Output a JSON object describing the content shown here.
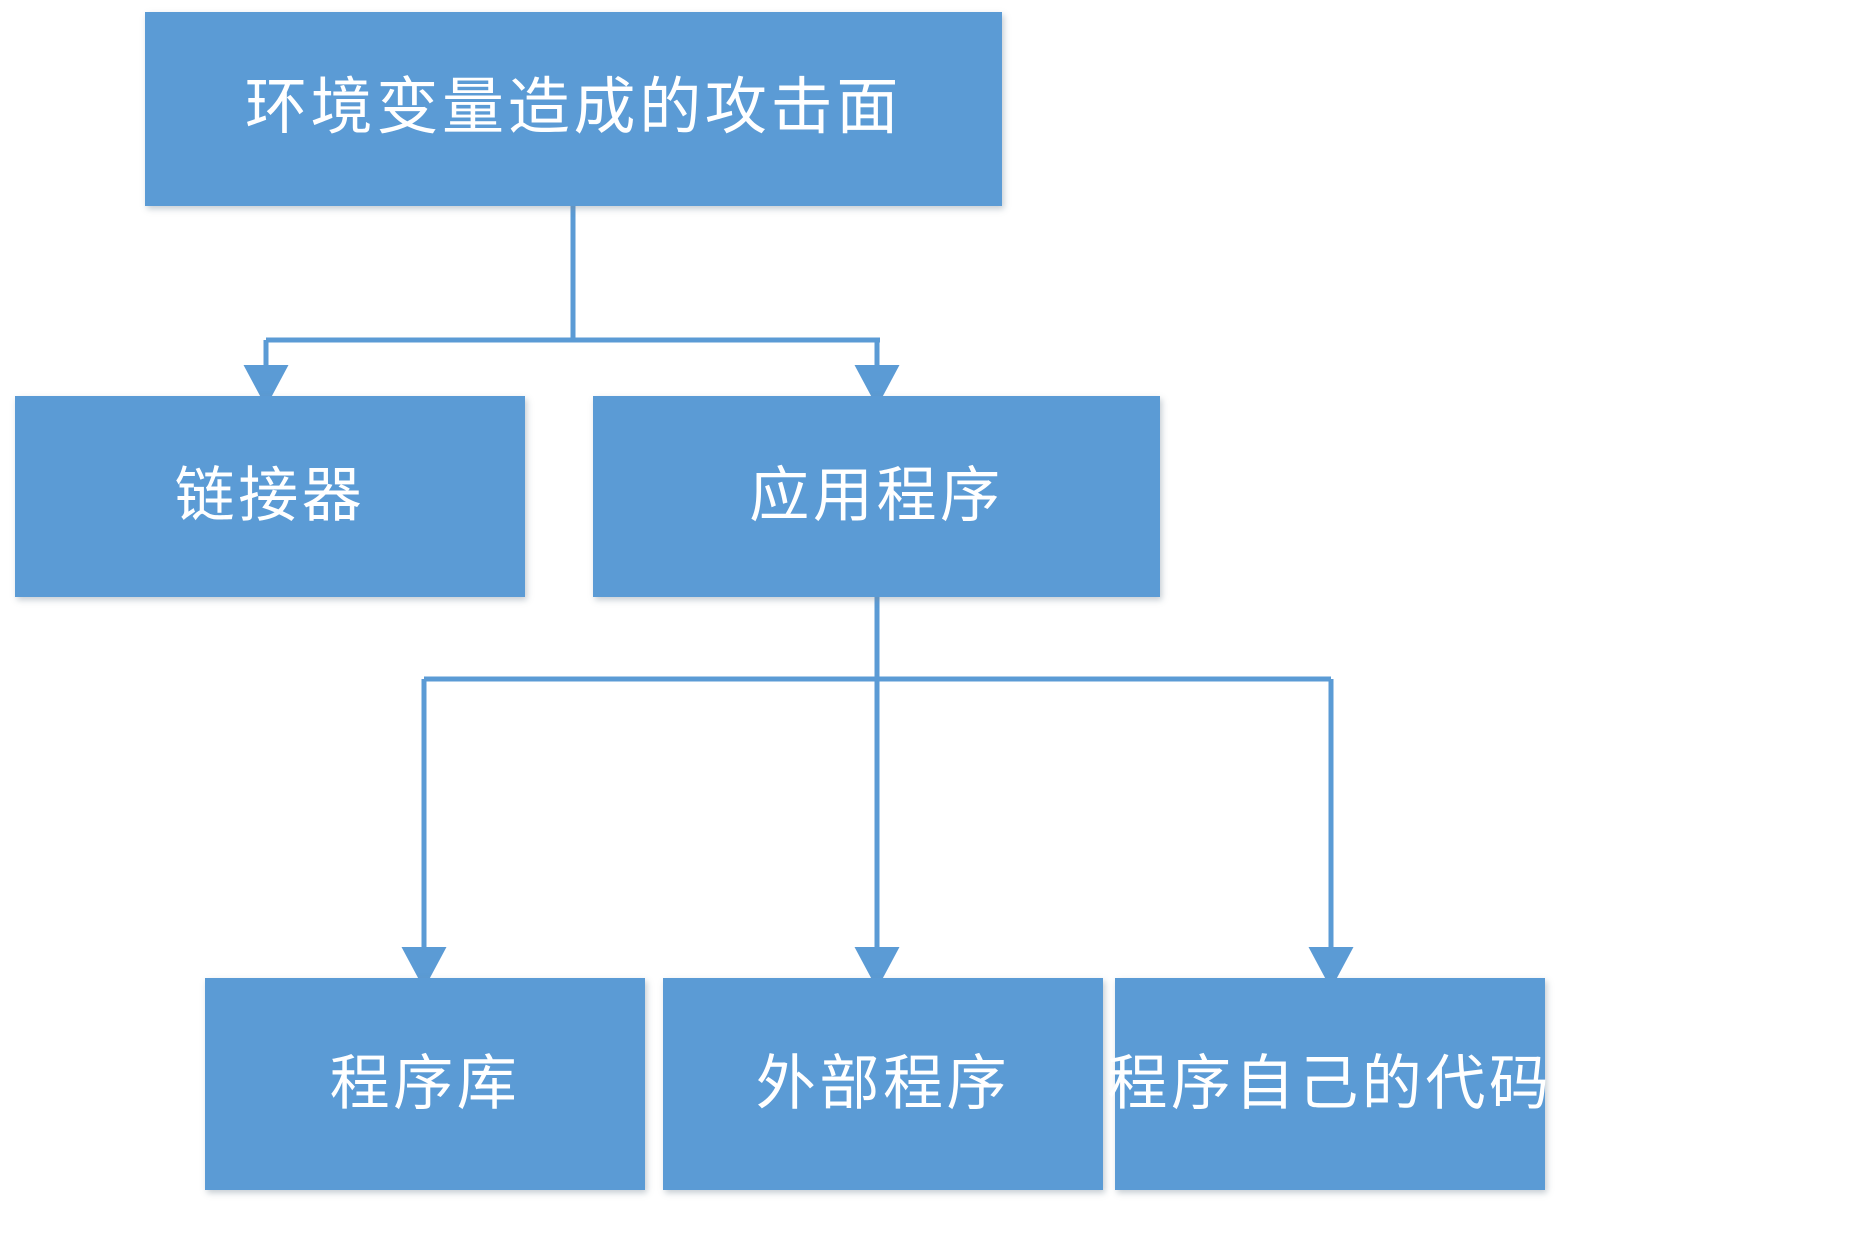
{
  "diagram": {
    "title": "环境变量造成的攻击面",
    "type": "tree-flowchart",
    "colors": {
      "node_fill": "#5B9BD5",
      "node_text": "#FFFFFF",
      "connector": "#5B9BD5",
      "background": "#FFFFFF"
    },
    "nodes": [
      {
        "id": "root",
        "label": "环境变量造成的攻击面",
        "level": 0
      },
      {
        "id": "linker",
        "label": "链接器",
        "level": 1
      },
      {
        "id": "app",
        "label": "应用程序",
        "level": 1
      },
      {
        "id": "lib",
        "label": "程序库",
        "level": 2
      },
      {
        "id": "extprog",
        "label": "外部程序",
        "level": 2
      },
      {
        "id": "owncode",
        "label": "程序自己的代码",
        "level": 2
      }
    ],
    "edges": [
      {
        "from": "root",
        "to": "linker"
      },
      {
        "from": "root",
        "to": "app"
      },
      {
        "from": "app",
        "to": "lib"
      },
      {
        "from": "app",
        "to": "extprog"
      },
      {
        "from": "app",
        "to": "owncode"
      }
    ]
  }
}
